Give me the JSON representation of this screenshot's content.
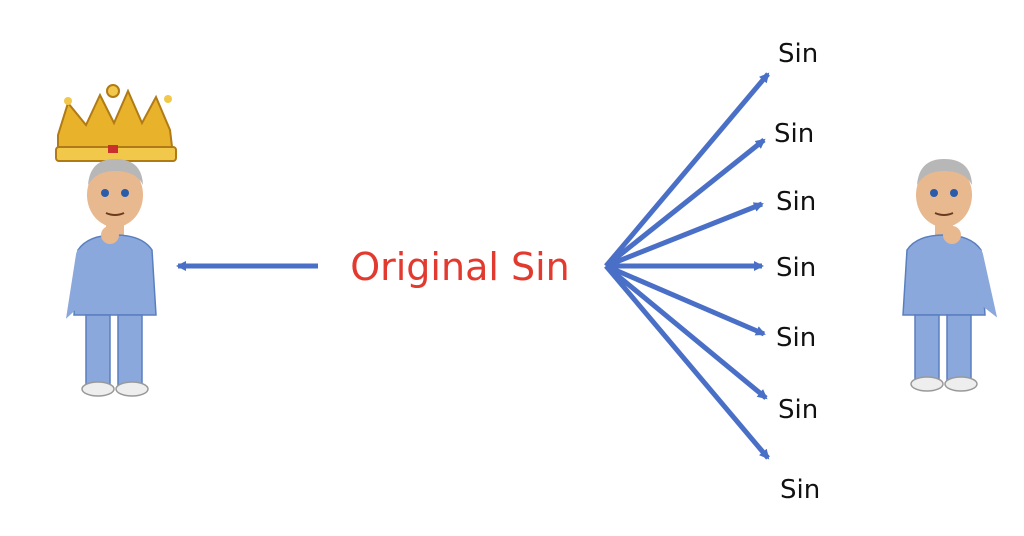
{
  "center_label": "Original Sin",
  "branch_labels": [
    "Sin",
    "Sin",
    "Sin",
    "Sin",
    "Sin",
    "Sin",
    "Sin"
  ],
  "colors": {
    "arrow": "#4a6fc7",
    "center_text": "#e23a2e",
    "label_text": "#111111",
    "scrubs": "#8aa8dc",
    "crown": "#e8b22a",
    "hair": "#b7b7b7",
    "skin": "#e8b88f"
  },
  "figures": {
    "left": {
      "icon": "crowned-person-avatar"
    },
    "right": {
      "icon": "person-avatar"
    }
  }
}
